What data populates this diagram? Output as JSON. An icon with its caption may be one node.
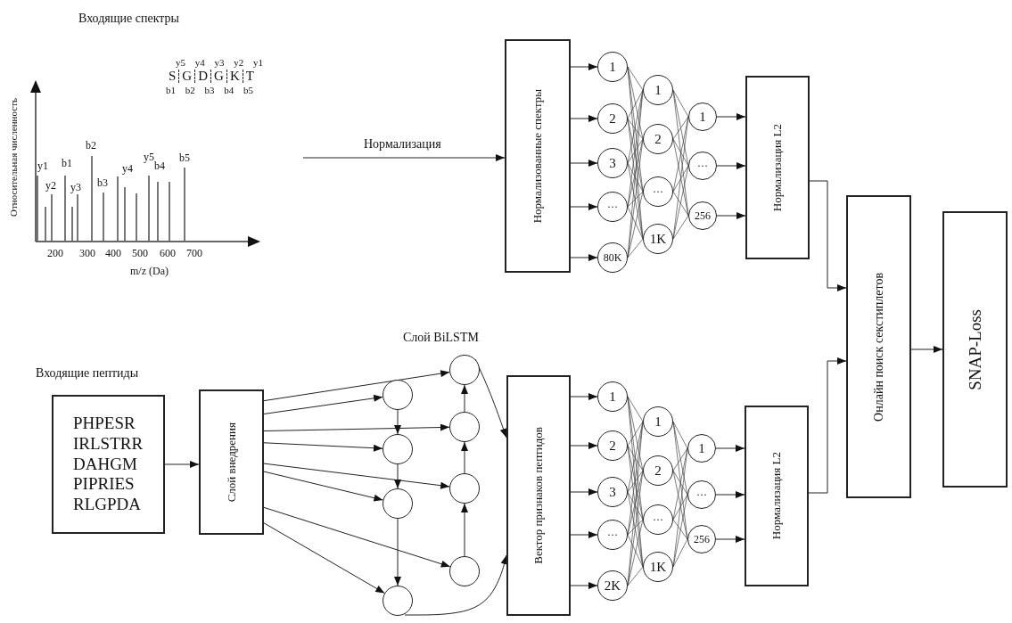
{
  "diagram": {
    "nodes": [
      {
        "text": [
          "Нормализованные спектры"
        ]
      },
      {
        "text": [
          "1"
        ]
      },
      {
        "text": [
          "2"
        ]
      },
      {
        "text": [
          "3"
        ]
      },
      {
        "text": [
          "···"
        ]
      },
      {
        "text": [
          "80K"
        ]
      },
      {
        "text": [
          "1"
        ]
      },
      {
        "text": [
          "2"
        ]
      },
      {
        "text": [
          "···"
        ]
      },
      {
        "text": [
          "1K"
        ]
      },
      {
        "text": [
          "1"
        ]
      },
      {
        "text": [
          "···"
        ]
      },
      {
        "text": [
          "256"
        ]
      },
      {
        "text": [
          "Нормализация L2"
        ]
      },
      {
        "text": [
          "PHPESR",
          "IRLSTRR",
          "DAHGM",
          "PIPRIES",
          "RLGPDA"
        ],
        "beside": [
          "Входящие пептиды"
        ]
      },
      {
        "text": [
          "Слой внедрения"
        ]
      },
      {
        "text": [],
        "shape": "circle"
      },
      {
        "text": [],
        "shape": "circle"
      },
      {
        "text": [],
        "shape": "circle"
      },
      {
        "text": [],
        "shape": "circle"
      },
      {
        "text": [],
        "shape": "circle"
      },
      {
        "text": [],
        "shape": "circle"
      },
      {
        "text": [],
        "shape": "circle"
      },
      {
        "text": [],
        "shape": "circle"
      },
      {
        "text": [
          "Вектор признаков пептидов"
        ]
      },
      {
        "text": [
          "1"
        ]
      },
      {
        "text": [
          "2"
        ]
      },
      {
        "text": [
          "3"
        ]
      },
      {
        "text": [
          "···"
        ]
      },
      {
        "text": [
          "2K"
        ]
      },
      {
        "text": [
          "1"
        ]
      },
      {
        "text": [
          "2"
        ]
      },
      {
        "text": [
          "···"
        ]
      },
      {
        "text": [
          "1K"
        ]
      },
      {
        "text": [
          "1"
        ]
      },
      {
        "text": [
          "···"
        ]
      },
      {
        "text": [
          "256"
        ]
      },
      {
        "text": [
          "Нормализация L2"
        ]
      },
      {
        "text": [
          "Онлайн поиск секстиплетов"
        ]
      },
      {
        "text": [
          "SNAP-Loss"
        ]
      }
    ],
    "edges": [
      {
        "from": null,
        "to": 0,
        "arrow": "to",
        "label": "Нормализация"
      },
      {
        "from": 0,
        "to": 1,
        "arrow": "to"
      },
      {
        "from": 0,
        "to": 2,
        "arrow": "to"
      },
      {
        "from": 0,
        "to": 3,
        "arrow": "to"
      },
      {
        "from": 0,
        "to": 4,
        "arrow": "to"
      },
      {
        "from": 0,
        "to": 5,
        "arrow": "to"
      },
      {
        "from": 1,
        "to": 6,
        "arrow": "none"
      },
      {
        "from": 1,
        "to": 7,
        "arrow": "none"
      },
      {
        "from": 1,
        "to": 8,
        "arrow": "none"
      },
      {
        "from": 1,
        "to": 9,
        "arrow": "none"
      },
      {
        "from": 2,
        "to": 6,
        "arrow": "none"
      },
      {
        "from": 2,
        "to": 7,
        "arrow": "none"
      },
      {
        "from": 2,
        "to": 8,
        "arrow": "none"
      },
      {
        "from": 2,
        "to": 9,
        "arrow": "none"
      },
      {
        "from": 3,
        "to": 6,
        "arrow": "none"
      },
      {
        "from": 3,
        "to": 7,
        "arrow": "none"
      },
      {
        "from": 3,
        "to": 8,
        "arrow": "none"
      },
      {
        "from": 3,
        "to": 9,
        "arrow": "none"
      },
      {
        "from": 4,
        "to": 6,
        "arrow": "none"
      },
      {
        "from": 4,
        "to": 7,
        "arrow": "none"
      },
      {
        "from": 4,
        "to": 8,
        "arrow": "none"
      },
      {
        "from": 4,
        "to": 9,
        "arrow": "none"
      },
      {
        "from": 5,
        "to": 6,
        "arrow": "none"
      },
      {
        "from": 5,
        "to": 7,
        "arrow": "none"
      },
      {
        "from": 5,
        "to": 8,
        "arrow": "none"
      },
      {
        "from": 5,
        "to": 9,
        "arrow": "none"
      },
      {
        "from": 6,
        "to": 10,
        "arrow": "none"
      },
      {
        "from": 6,
        "to": 11,
        "arrow": "none"
      },
      {
        "from": 6,
        "to": 12,
        "arrow": "none"
      },
      {
        "from": 7,
        "to": 10,
        "arrow": "none"
      },
      {
        "from": 7,
        "to": 11,
        "arrow": "none"
      },
      {
        "from": 7,
        "to": 12,
        "arrow": "none"
      },
      {
        "from": 8,
        "to": 10,
        "arrow": "none"
      },
      {
        "from": 8,
        "to": 11,
        "arrow": "none"
      },
      {
        "from": 8,
        "to": 12,
        "arrow": "none"
      },
      {
        "from": 9,
        "to": 10,
        "arrow": "none"
      },
      {
        "from": 9,
        "to": 11,
        "arrow": "none"
      },
      {
        "from": 9,
        "to": 12,
        "arrow": "none"
      },
      {
        "from": 10,
        "to": 13,
        "arrow": "to"
      },
      {
        "from": 11,
        "to": 13,
        "arrow": "to"
      },
      {
        "from": 12,
        "to": 13,
        "arrow": "to"
      },
      {
        "from": 13,
        "to": 38,
        "arrow": "to"
      },
      {
        "from": 14,
        "to": 15,
        "arrow": "to"
      },
      {
        "from": 15,
        "to": 20,
        "arrow": "to"
      },
      {
        "from": 15,
        "to": 16,
        "arrow": "to"
      },
      {
        "from": 15,
        "to": 21,
        "arrow": "to"
      },
      {
        "from": 15,
        "to": 17,
        "arrow": "to"
      },
      {
        "from": 15,
        "to": 22,
        "arrow": "to"
      },
      {
        "from": 15,
        "to": 18,
        "arrow": "to"
      },
      {
        "from": 15,
        "to": 23,
        "arrow": "to"
      },
      {
        "from": 15,
        "to": 19,
        "arrow": "to"
      },
      {
        "from": 16,
        "to": 17,
        "arrow": "to"
      },
      {
        "from": 17,
        "to": 18,
        "arrow": "to"
      },
      {
        "from": 18,
        "to": 19,
        "arrow": "to"
      },
      {
        "from": 23,
        "to": 22,
        "arrow": "to"
      },
      {
        "from": 22,
        "to": 21,
        "arrow": "to"
      },
      {
        "from": 21,
        "to": 20,
        "arrow": "to"
      },
      {
        "from": 20,
        "to": 24,
        "arrow": "to"
      },
      {
        "from": 19,
        "to": 24,
        "arrow": "to"
      },
      {
        "from": 24,
        "to": 25,
        "arrow": "to"
      },
      {
        "from": 24,
        "to": 26,
        "arrow": "to"
      },
      {
        "from": 24,
        "to": 27,
        "arrow": "to"
      },
      {
        "from": 24,
        "to": 28,
        "arrow": "to"
      },
      {
        "from": 24,
        "to": 29,
        "arrow": "to"
      },
      {
        "from": 25,
        "to": 30,
        "arrow": "none"
      },
      {
        "from": 25,
        "to": 31,
        "arrow": "none"
      },
      {
        "from": 25,
        "to": 32,
        "arrow": "none"
      },
      {
        "from": 25,
        "to": 33,
        "arrow": "none"
      },
      {
        "from": 26,
        "to": 30,
        "arrow": "none"
      },
      {
        "from": 26,
        "to": 31,
        "arrow": "none"
      },
      {
        "from": 26,
        "to": 32,
        "arrow": "none"
      },
      {
        "from": 26,
        "to": 33,
        "arrow": "none"
      },
      {
        "from": 27,
        "to": 30,
        "arrow": "none"
      },
      {
        "from": 27,
        "to": 31,
        "arrow": "none"
      },
      {
        "from": 27,
        "to": 32,
        "arrow": "none"
      },
      {
        "from": 27,
        "to": 33,
        "arrow": "none"
      },
      {
        "from": 28,
        "to": 30,
        "arrow": "none"
      },
      {
        "from": 28,
        "to": 31,
        "arrow": "none"
      },
      {
        "from": 28,
        "to": 32,
        "arrow": "none"
      },
      {
        "from": 28,
        "to": 33,
        "arrow": "none"
      },
      {
        "from": 29,
        "to": 30,
        "arrow": "none"
      },
      {
        "from": 29,
        "to": 31,
        "arrow": "none"
      },
      {
        "from": 29,
        "to": 32,
        "arrow": "none"
      },
      {
        "from": 29,
        "to": 33,
        "arrow": "none"
      },
      {
        "from": 30,
        "to": 34,
        "arrow": "none"
      },
      {
        "from": 30,
        "to": 35,
        "arrow": "none"
      },
      {
        "from": 30,
        "to": 36,
        "arrow": "none"
      },
      {
        "from": 31,
        "to": 34,
        "arrow": "none"
      },
      {
        "from": 31,
        "to": 35,
        "arrow": "none"
      },
      {
        "from": 31,
        "to": 36,
        "arrow": "none"
      },
      {
        "from": 32,
        "to": 34,
        "arrow": "none"
      },
      {
        "from": 32,
        "to": 35,
        "arrow": "none"
      },
      {
        "from": 32,
        "to": 36,
        "arrow": "none"
      },
      {
        "from": 33,
        "to": 34,
        "arrow": "none"
      },
      {
        "from": 33,
        "to": 35,
        "arrow": "none"
      },
      {
        "from": 33,
        "to": 36,
        "arrow": "none"
      },
      {
        "from": 34,
        "to": 37,
        "arrow": "to"
      },
      {
        "from": 35,
        "to": 37,
        "arrow": "to"
      },
      {
        "from": 36,
        "to": 37,
        "arrow": "to"
      },
      {
        "from": 37,
        "to": 38,
        "arrow": "to"
      },
      {
        "from": 38,
        "to": 39,
        "arrow": "to"
      }
    ],
    "labels": [
      "Входящие спектры",
      "y5 y4 y3 y2 y1",
      "S G D G K T",
      "b1 b2 b3 b4 b5",
      "Относительная численность",
      "y1",
      "y2",
      "b1",
      "y3",
      "b2",
      "b3",
      "y4",
      "y5",
      "b4",
      "b5",
      "200",
      "300",
      "400",
      "500",
      "600",
      "700",
      "m/z (Da)",
      "Слой BiLSTM"
    ]
  }
}
